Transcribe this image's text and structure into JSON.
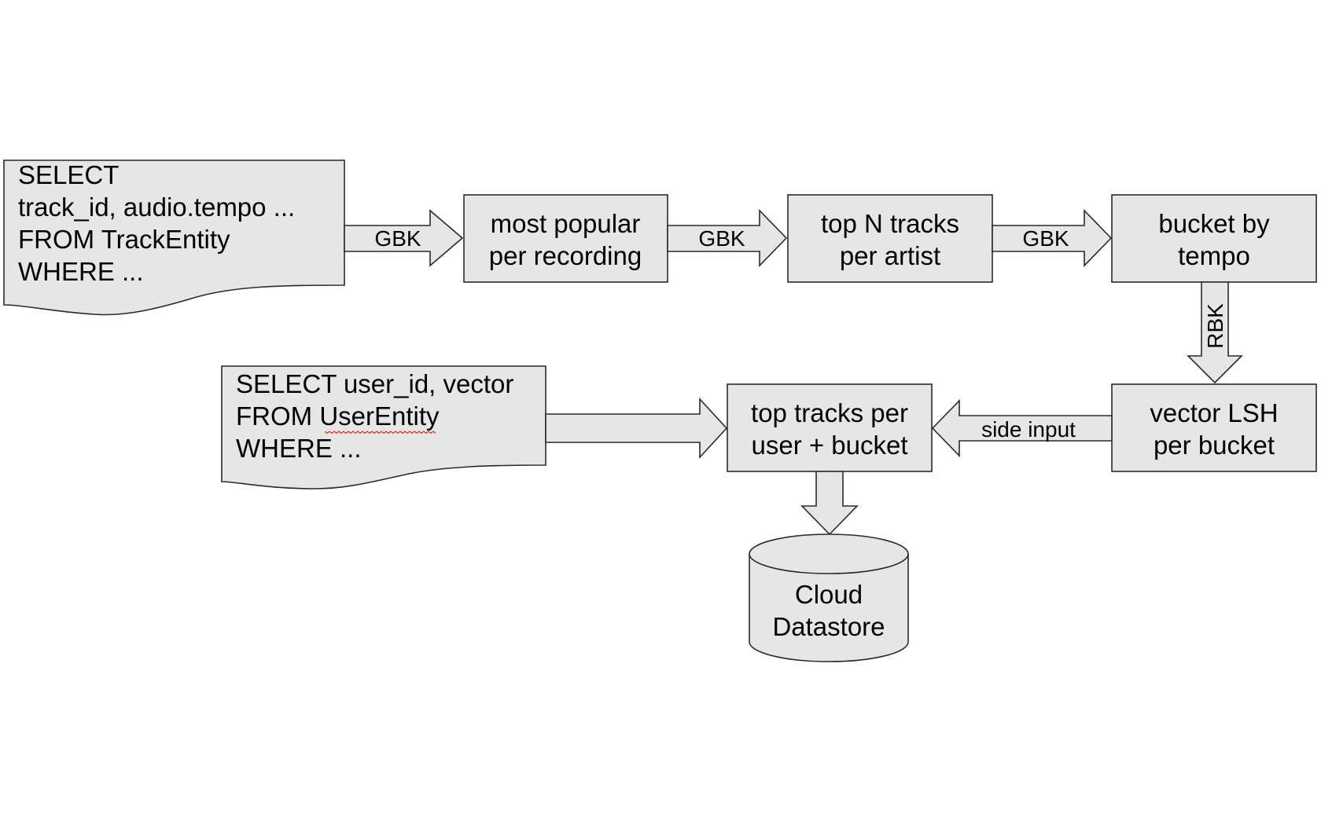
{
  "colors": {
    "node_fill": "#e6e6e6",
    "stroke": "#2a2a2a",
    "text": "#000000",
    "spellcheck_underline": "#d93025"
  },
  "diagram": {
    "queries": {
      "tracks": [
        "SELECT",
        "track_id, audio.tempo ...",
        "FROM TrackEntity",
        "WHERE ..."
      ],
      "users": [
        "SELECT user_id, vector",
        "FROM UserEntity",
        "WHERE ..."
      ]
    },
    "nodes": {
      "most_popular": [
        "most popular",
        "per recording"
      ],
      "top_n": [
        "top N tracks",
        "per artist"
      ],
      "bucket": [
        "bucket by",
        "tempo"
      ],
      "lsh": [
        "vector LSH",
        "per bucket"
      ],
      "top_tracks": [
        "top tracks per",
        "user + bucket"
      ],
      "datastore": [
        "Cloud",
        "Datastore"
      ]
    },
    "edges": {
      "gbk_1": "GBK",
      "gbk_2": "GBK",
      "gbk_3": "GBK",
      "rbk": "RBK",
      "side_input": "side input"
    }
  }
}
